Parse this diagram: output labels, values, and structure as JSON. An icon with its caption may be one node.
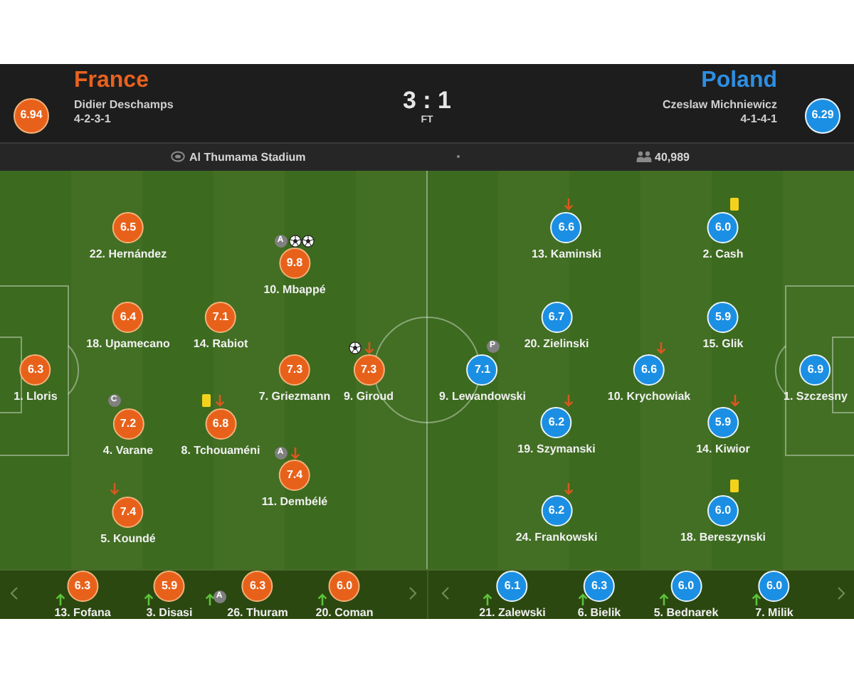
{
  "diagram": {
    "nodes": [
      {
        "text": [
          "6.94"
        ]
      },
      {
        "text": [
          "6.29"
        ]
      },
      {
        "text": [
          "6.5",
          "22. Hernández"
        ]
      },
      {
        "text": [
          "9.8",
          "10. Mbappé"
        ],
        "beside": [
          "A"
        ]
      },
      {
        "text": [
          "6.4",
          "18. Upamecano"
        ]
      },
      {
        "text": [
          "7.1",
          "14. Rabiot"
        ]
      },
      {
        "text": [
          "6.3",
          "1. Lloris"
        ]
      },
      {
        "text": [
          "7.3",
          "7. Griezmann"
        ]
      },
      {
        "text": [
          "7.3",
          "9. Giroud"
        ]
      },
      {
        "text": [
          "7.2",
          "4. Varane"
        ],
        "beside": [
          "C"
        ]
      },
      {
        "text": [
          "6.8",
          "8. Tchouaméni"
        ]
      },
      {
        "text": [
          "7.4",
          "11. Dembélé"
        ],
        "beside": [
          "A"
        ]
      },
      {
        "text": [
          "7.4",
          "5. Koundé"
        ]
      },
      {
        "text": [
          "6.6",
          "13. Kaminski"
        ]
      },
      {
        "text": [
          "6.0",
          "2. Cash"
        ]
      },
      {
        "text": [
          "6.7",
          "20. Zielinski"
        ]
      },
      {
        "text": [
          "5.9",
          "15. Glik"
        ]
      },
      {
        "text": [
          "7.1",
          "9. Lewandowski"
        ],
        "beside": [
          "P"
        ]
      },
      {
        "text": [
          "6.6",
          "10. Krychowiak"
        ]
      },
      {
        "text": [
          "6.9",
          "1. Szczesny"
        ]
      },
      {
        "text": [
          "6.2",
          "19. Szymanski"
        ]
      },
      {
        "text": [
          "5.9",
          "14. Kiwior"
        ]
      },
      {
        "text": [
          "6.2",
          "24. Frankowski"
        ]
      },
      {
        "text": [
          "6.0",
          "18. Bereszynski"
        ]
      },
      {
        "text": [
          "6.3",
          "13. Fofana"
        ]
      },
      {
        "text": [
          "5.9",
          "3. Disasi"
        ]
      },
      {
        "text": [
          "6.3",
          "26. Thuram"
        ],
        "beside": [
          "A"
        ]
      },
      {
        "text": [
          "6.0",
          "20. Coman"
        ]
      },
      {
        "text": [
          "6.1",
          "21. Zalewski"
        ]
      },
      {
        "text": [
          "6.3",
          "6. Bielik"
        ]
      },
      {
        "text": [
          "6.0",
          "5. Bednarek"
        ]
      },
      {
        "text": [
          "6.0",
          "7. Milik"
        ]
      }
    ],
    "labels": [
      "France",
      "Didier Deschamps",
      "4-2-3-1",
      "3 : 1",
      "FT",
      "Poland",
      "Czeslaw Michniewicz",
      "4-1-4-1",
      "Al Thumama Stadium",
      "40,989"
    ]
  }
}
